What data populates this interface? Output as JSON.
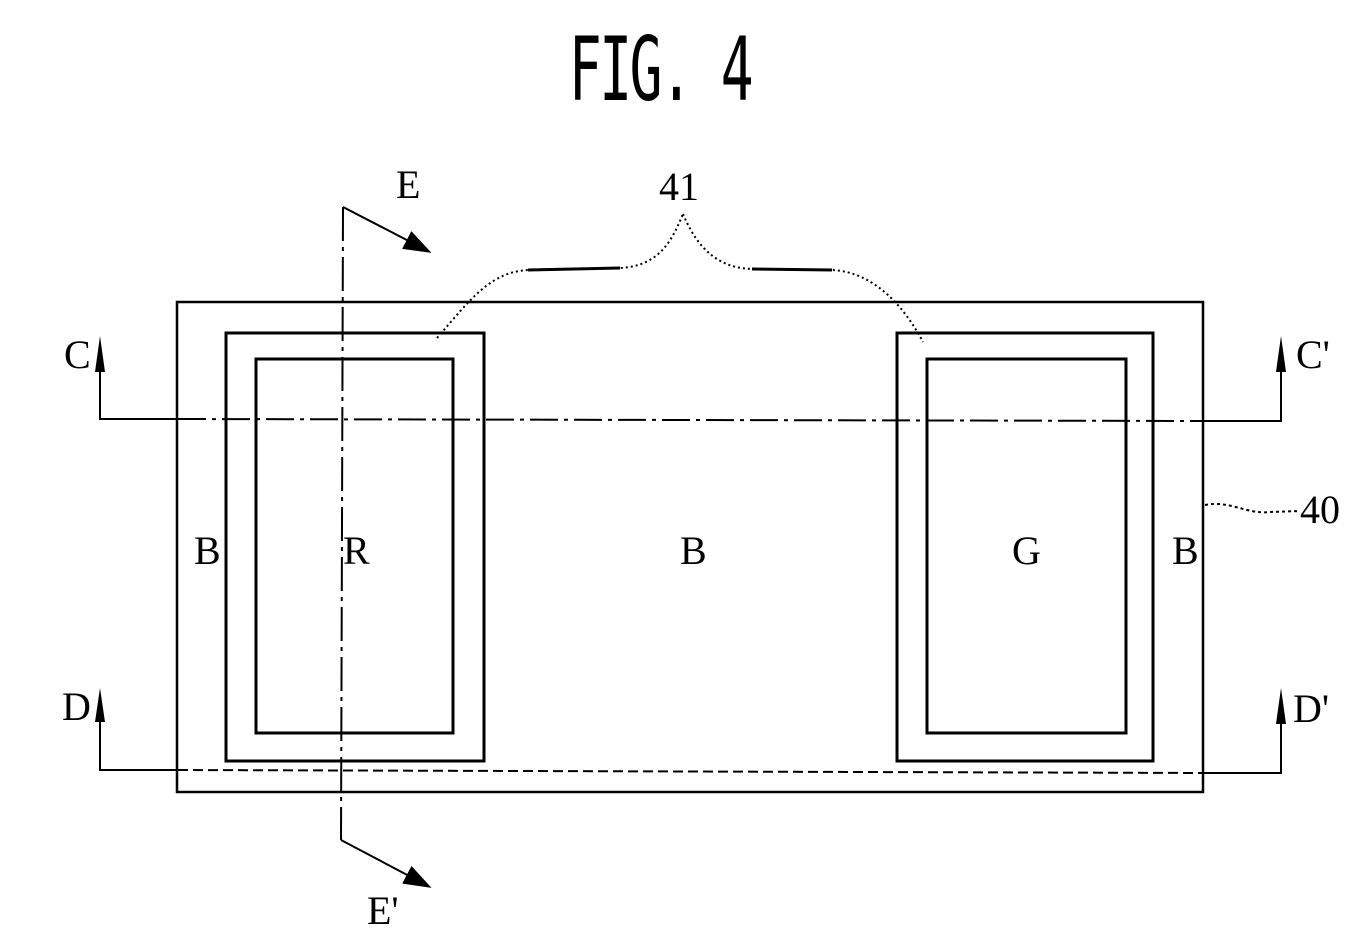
{
  "figure": {
    "title": "FIG. 4"
  },
  "labels": {
    "ref_group": "41",
    "ref_substrate": "40",
    "region_left_b": "B",
    "region_r": "R",
    "region_mid_b": "B",
    "region_g": "G",
    "region_right_b": "B",
    "section_c": "C",
    "section_c_prime": "C'",
    "section_d": "D",
    "section_d_prime": "D'",
    "section_e": "E",
    "section_e_prime": "E'"
  }
}
